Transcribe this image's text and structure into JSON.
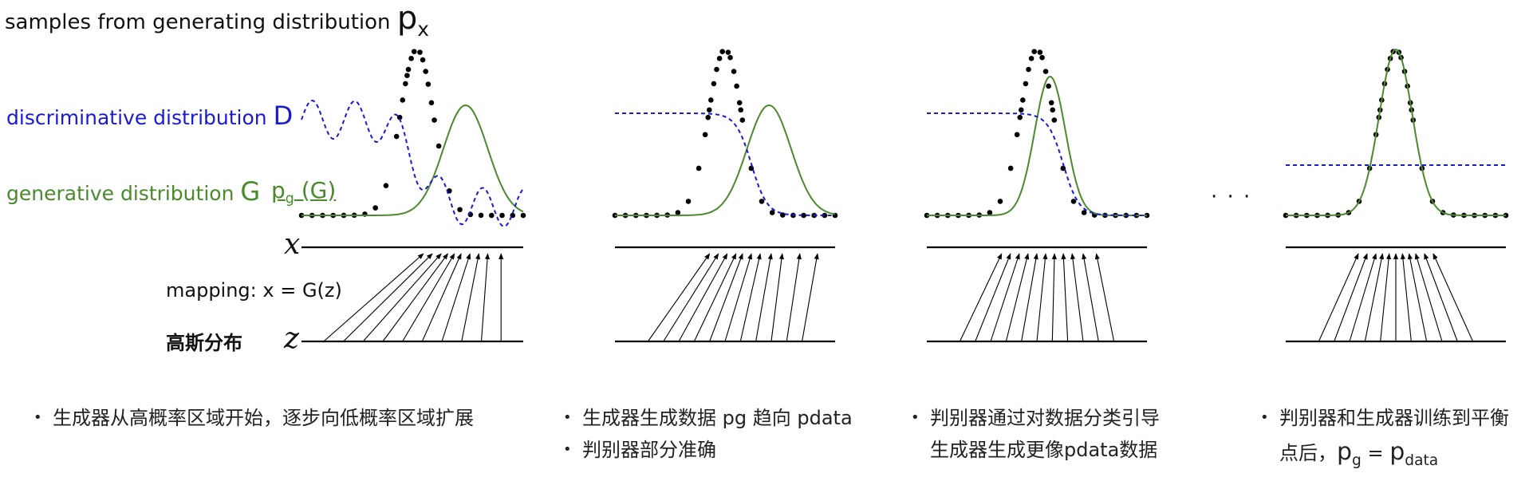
{
  "labels": {
    "samples_text": "samples from generating distribution ",
    "samples_symbol": "p",
    "samples_sub": "x",
    "disc_text": "discriminative distribution ",
    "disc_symbol": "D",
    "gen_text": "generative distribution ",
    "gen_symbol": "G",
    "pg_main": "p",
    "pg_sub": "g",
    "pg_paren": " (G)",
    "x_axis": "x",
    "z_axis": "z",
    "mapping": "mapping: x = G(z)",
    "gaussian": "高斯分布",
    "ellipsis": "· · ·"
  },
  "captions": [
    {
      "lines": [
        {
          "bullet": true,
          "text": "生成器从高概率区域开始，逐步向低概率区域扩展"
        }
      ]
    },
    {
      "lines": [
        {
          "bullet": true,
          "text": "生成器生成数据 pg 趋向 pdata"
        },
        {
          "bullet": true,
          "text": "判别器部分准确"
        }
      ]
    },
    {
      "lines": [
        {
          "bullet": true,
          "text": "判别器通过对数据分类引导"
        },
        {
          "bullet": false,
          "text": "生成器生成更像pdata数据"
        }
      ]
    },
    {
      "lines": [
        {
          "bullet": true,
          "text": "判别器和生成器训练到平衡"
        },
        {
          "bullet": false,
          "text": "点后，",
          "math": {
            "a": "p",
            "a_sub": "g",
            "eq": " = ",
            "b": "p",
            "b_sub": "data"
          }
        }
      ]
    }
  ],
  "colors": {
    "data": "#000000",
    "discriminator": "#1a1ad4",
    "generator": "#4a8a2c",
    "axis": "#000000"
  },
  "stages": [
    {
      "data_mu": 0.52,
      "gen_mu": 0.74,
      "gen_sigma": 0.1,
      "disc": "wavy",
      "z_spread": 0.8,
      "x_targets": [
        0.55,
        0.59,
        0.63,
        0.66,
        0.69,
        0.72,
        0.76,
        0.8,
        0.84,
        0.9
      ]
    },
    {
      "data_mu": 0.5,
      "gen_mu": 0.7,
      "gen_sigma": 0.1,
      "disc": "sigmoid",
      "disc_level": 0.58,
      "z_spread": 0.7,
      "x_targets": [
        0.43,
        0.47,
        0.51,
        0.55,
        0.58,
        0.62,
        0.66,
        0.71,
        0.76,
        0.84,
        0.92
      ]
    },
    {
      "data_mu": 0.5,
      "gen_mu": 0.56,
      "gen_sigma": 0.07,
      "disc": "sigmoid",
      "disc_level": 0.58,
      "z_spread": 0.7,
      "x_targets": [
        0.34,
        0.38,
        0.42,
        0.46,
        0.5,
        0.54,
        0.58,
        0.62,
        0.66,
        0.71,
        0.77
      ]
    },
    {
      "data_mu": 0.5,
      "gen_mu": 0.5,
      "gen_sigma": 0.075,
      "disc": "flat",
      "disc_level": 0.31,
      "z_spread": 0.7,
      "x_targets": [
        0.33,
        0.37,
        0.41,
        0.44,
        0.47,
        0.5,
        0.53,
        0.56,
        0.59,
        0.63,
        0.67
      ]
    }
  ]
}
